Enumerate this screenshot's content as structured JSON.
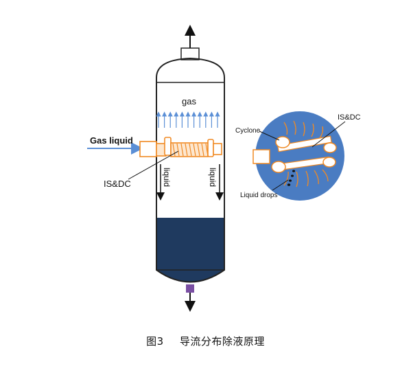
{
  "labels": {
    "gas": "gas",
    "gas_liquid": "Gas liquid",
    "isdc_main": "IS&DC",
    "liquid_left": "liquid",
    "liquid_right": "liquid",
    "cyclone": "Cyclone",
    "isdc_detail": "IS&DC",
    "liquid_drops": "Liquid drops"
  },
  "caption": {
    "figure_number": "图3",
    "title": "导流分布除液原理"
  },
  "colors": {
    "vessel_outline": "#222222",
    "liquid_pool": "#1f3a5f",
    "flow_arrow_blue": "#5b8fd6",
    "device_orange": "#f08a24",
    "detail_circle": "#4a7cc2",
    "outlet_purple": "#7a4fa3"
  }
}
